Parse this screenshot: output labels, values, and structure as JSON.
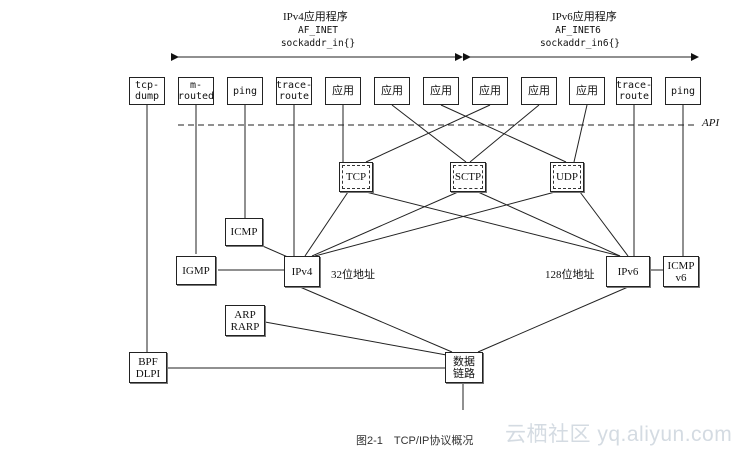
{
  "groups": {
    "ipv4": {
      "title": "IPv4应用程序",
      "family": "AF_INET",
      "sockaddr": "sockaddr_in{}"
    },
    "ipv6": {
      "title": "IPv6应用程序",
      "family": "AF_INET6",
      "sockaddr": "sockaddr_in6{}"
    }
  },
  "api_label": "API",
  "apps": {
    "tcpdump": "tcp-\ndump",
    "mrouted": "m-\nrouted",
    "ping4": "ping",
    "traceroute4": "trace-\nroute",
    "app1": "应用",
    "app2": "应用",
    "app3": "应用",
    "app4": "应用",
    "app5": "应用",
    "app6": "应用",
    "traceroute6": "trace-\nroute",
    "ping6": "ping"
  },
  "transport": {
    "tcp": "TCP",
    "sctp": "SCTP",
    "udp": "UDP"
  },
  "network": {
    "icmp": "ICMP",
    "igmp": "IGMP",
    "ipv4": "IPv4",
    "ipv4_addr": "32位地址",
    "ipv6": "IPv6",
    "ipv6_addr": "128位地址",
    "icmpv6": "ICMP\nv6",
    "arp": "ARP\nRARP",
    "bpf": "BPF\nDLPI",
    "datalink": "数据\n链路"
  },
  "caption": "图2-1　TCP/IP协议概况",
  "watermark": "云栖社区 yq.aliyun.com"
}
